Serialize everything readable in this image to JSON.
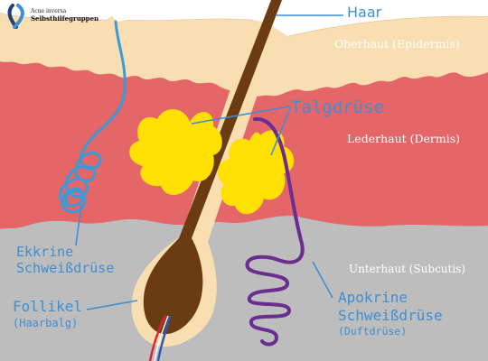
{
  "logo": {
    "line1": "Acne inversa",
    "line2": "Selbsthilfegruppen",
    "colors": {
      "ribbon_blue": "#3f8fd2",
      "ribbon_dark": "#1f3f7a"
    }
  },
  "labels": {
    "hair": "Haar",
    "epidermis": "Oberhaut (Epidermis)",
    "sebaceous_gland": "Talgdrüse",
    "dermis": "Lederhaut (Dermis)",
    "eccrine_line1": "Ekkrine",
    "eccrine_line2": "Schweißdrüse",
    "subcutis": "Unterhaut (Subcutis)",
    "apocrine_line1": "Apokrine",
    "apocrine_line2": "Schweißdrüse",
    "apocrine_sub": "(Duftdrüse)",
    "follicle": "Follikel",
    "follicle_sub": "(Haarbalg)"
  },
  "colors": {
    "epidermis": "#f8deb0",
    "dermis": "#e46669",
    "subcutis": "#bdbdbd",
    "hair": "#6b3b12",
    "sebaceous": "#ffe000",
    "eccrine_gland": "#3a9bd6",
    "apocrine_gland": "#6a2d90",
    "leader_line": "#3f8fd2",
    "artery": "#d8252d",
    "vein": "#2a55b8"
  }
}
